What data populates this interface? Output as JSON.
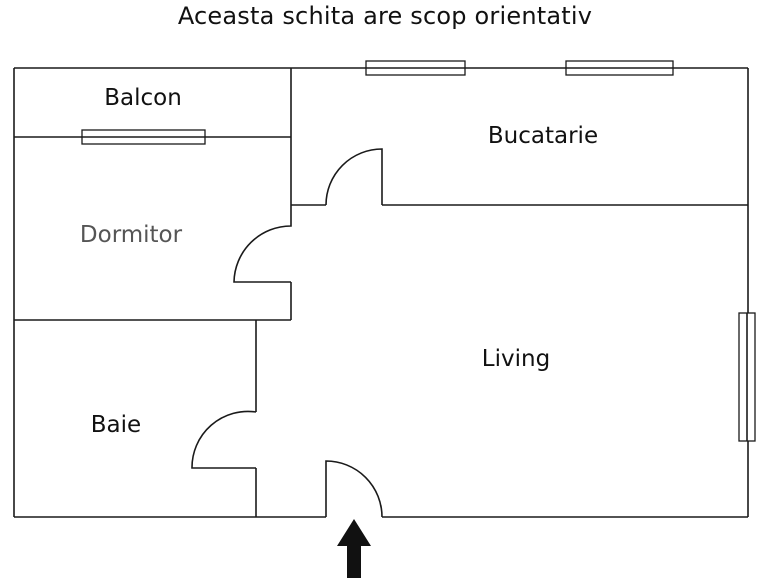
{
  "title": "Aceasta schita are scop orientativ",
  "rooms": {
    "balcon": "Balcon",
    "bucatarie": "Bucatarie",
    "dormitor": "Dormitor",
    "living": "Living",
    "baie": "Baie"
  },
  "colors": {
    "line": "#1a1a1a",
    "text": "#111111",
    "dormitor_text": "#555555",
    "arrow": "#111111"
  },
  "icons": {
    "entrance": "entrance-arrow-icon"
  }
}
